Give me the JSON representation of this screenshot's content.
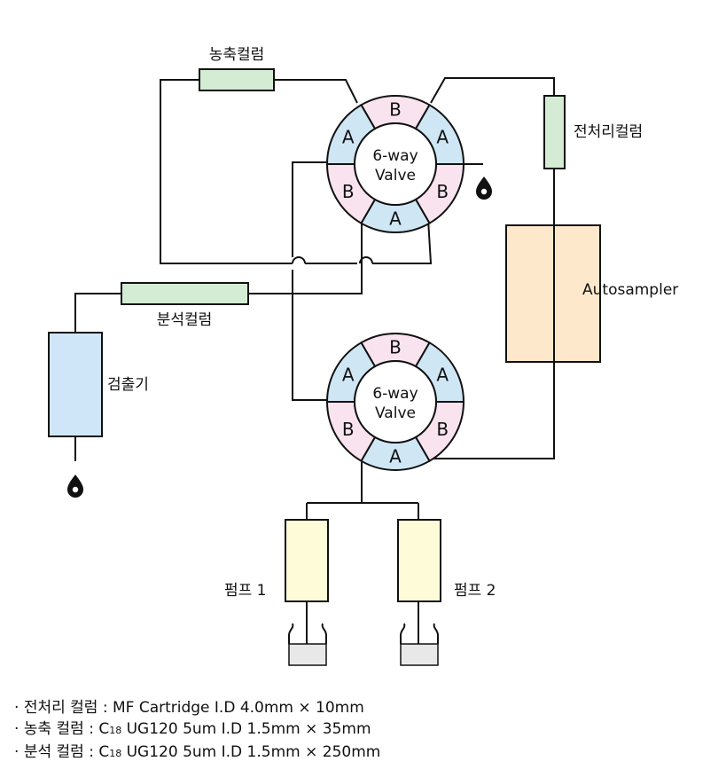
{
  "labels": {
    "concentration_column": "농축컬럼",
    "pretreatment_column": "전처리컬럼",
    "analytical_column": "분석컬럼",
    "autosampler": "Autosampler",
    "detector": "검출기",
    "pump1": "펌프 1",
    "pump2": "펌프 2"
  },
  "valves": [
    {
      "line1": "6-way",
      "line2": "Valve",
      "ports": {
        "top": "B",
        "upper_left": "A",
        "upper_right": "A",
        "lower_left": "B",
        "lower_right": "B",
        "bottom": "A"
      }
    },
    {
      "line1": "6-way",
      "line2": "Valve",
      "ports": {
        "top": "B",
        "upper_left": "A",
        "upper_right": "A",
        "lower_left": "B",
        "lower_right": "B",
        "bottom": "A"
      }
    }
  ],
  "notes": [
    {
      "bullet": "·",
      "name": "전처리 컬럼",
      "sep": ":",
      "text": "MF Cartridge I.D 4.0mm × 10mm"
    },
    {
      "bullet": "·",
      "name": "농축 컬럼",
      "sep": ":",
      "c": "C",
      "c_sub": "18",
      "text": "UG120 5um I.D 1.5mm × 35mm"
    },
    {
      "bullet": "·",
      "name": "분석 컬럼",
      "sep": ":",
      "c": "C",
      "c_sub": "18",
      "text": "UG120 5um I.D 1.5mm × 250mm"
    }
  ],
  "colors": {
    "port_A": "#cfe6f5",
    "port_B": "#f9e3ee",
    "concentration_column": "#d4ecd4",
    "analytical_column": "#d4ecd4",
    "pretreatment_column": "#d4ecd4",
    "autosampler": "#fde8cc",
    "detector": "#cfe6f8",
    "pump": "#fdfbd8",
    "reservoir": "#e8e8e8"
  }
}
